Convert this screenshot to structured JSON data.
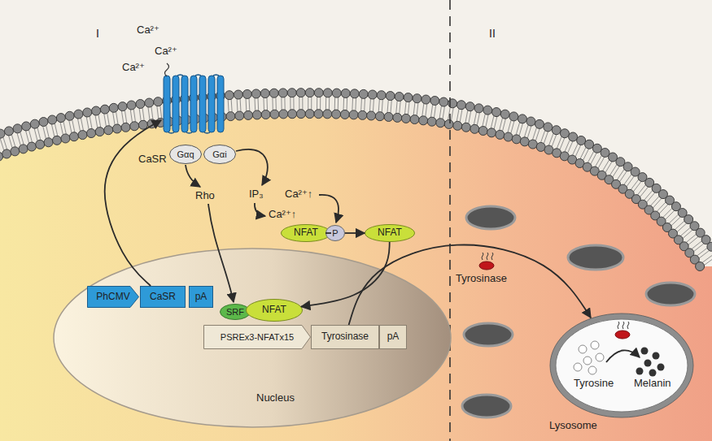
{
  "diagram": {
    "nodes": [
      {
        "text": [
          "CaSR"
        ]
      },
      {
        "text": [
          "Gαq"
        ]
      },
      {
        "text": [
          "Gαi"
        ]
      },
      {
        "text": [
          "NFAT"
        ]
      },
      {
        "text": [
          "P"
        ]
      },
      {
        "text": [
          "NFAT"
        ]
      },
      {
        "text": [
          "Nucleus"
        ]
      },
      {
        "text": [
          "PhCMV"
        ],
        "in": 6
      },
      {
        "text": [
          "CaSR"
        ],
        "in": 6
      },
      {
        "text": [
          "pA"
        ],
        "in": 6
      },
      {
        "text": [
          "SRF"
        ],
        "in": 6
      },
      {
        "text": [
          "NFAT"
        ],
        "in": 6
      },
      {
        "text": [
          "PSREx3-NFATx15"
        ],
        "in": 6
      },
      {
        "text": [
          "Tyrosinase"
        ],
        "in": 6
      },
      {
        "text": [
          "pA"
        ],
        "in": 6
      },
      {
        "text": [
          "Tyrosine",
          "Melanin",
          "Lysosome"
        ]
      }
    ],
    "edges": [
      {
        "from": 8,
        "to": 0,
        "arrow": "to"
      },
      {
        "from": 3,
        "to": 4,
        "arrow": "none"
      },
      {
        "from": 4,
        "to": 5,
        "arrow": "to"
      },
      {
        "from": 5,
        "to": 11,
        "arrow": "to"
      },
      {
        "from": 13,
        "to": 15,
        "arrow": "to"
      }
    ],
    "labels": [
      "I",
      "II",
      "Ca²⁺",
      "Ca²⁺",
      "Ca²⁺",
      "Rho",
      "IP₃",
      "Ca²⁺↑",
      "Ca²⁺↑",
      "Tyrosinase"
    ]
  }
}
